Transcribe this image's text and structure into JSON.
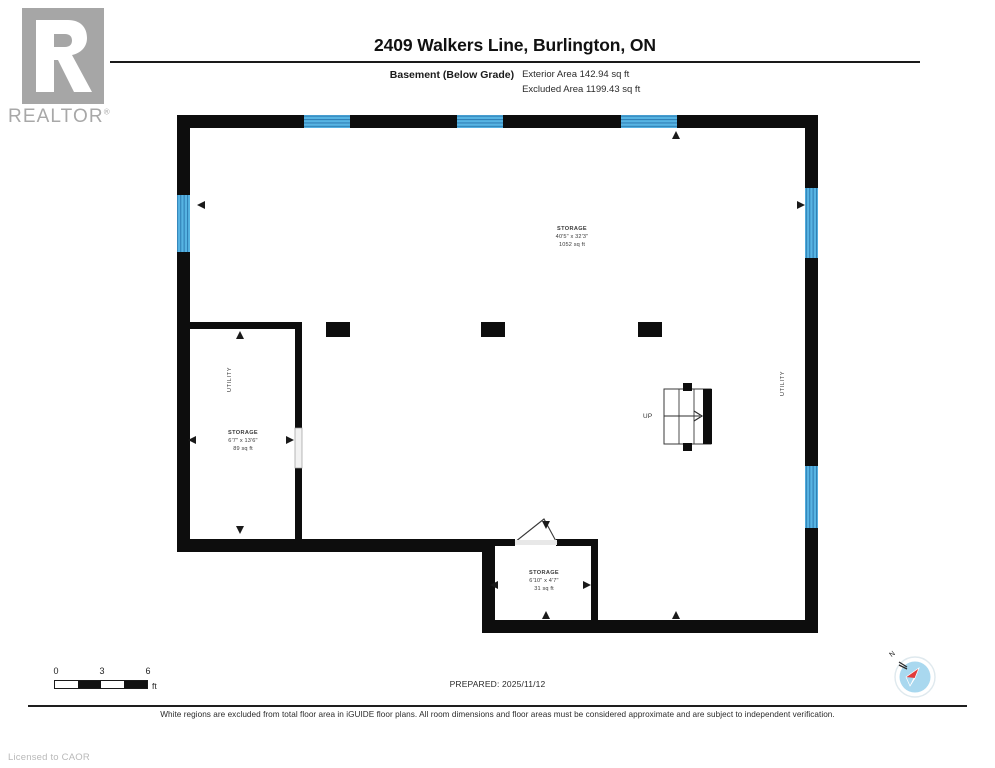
{
  "branding": {
    "logo_alt": "REALTOR",
    "logo_wordmark": "REALTOR",
    "logo_registered": "®",
    "licensed_to": "Licensed to CAOR"
  },
  "header": {
    "title": "2409 Walkers Line, Burlington, ON",
    "level_label": "Basement (Below Grade)",
    "exterior_area": "Exterior Area 142.94 sq ft",
    "excluded_area": "Excluded Area 1199.43 sq ft"
  },
  "rooms": [
    {
      "id": "storage-main",
      "name": "STORAGE",
      "dimensions": "40'5\" x 32'3\"",
      "area": "1052 sq ft"
    },
    {
      "id": "storage-left",
      "name": "STORAGE",
      "dimensions": "6'7\" x 13'6\"",
      "area": "89 sq ft"
    },
    {
      "id": "storage-bottom",
      "name": "STORAGE",
      "dimensions": "6'10\" x 4'7\"",
      "area": "31 sq ft"
    }
  ],
  "annotations": {
    "utility_left": "UTILITY",
    "utility_right": "UTILITY",
    "stairs_up": "UP"
  },
  "scale": {
    "ticks": [
      "0",
      "3",
      "6"
    ],
    "unit": "ft"
  },
  "compass": {
    "north_label": "N",
    "needle_color": "#e23b3b",
    "dial_color": "#a9d8ef"
  },
  "footer": {
    "prepared": "PREPARED: 2025/11/12",
    "disclaimer": "White regions are excluded from total floor area in iGUIDE floor plans. All room dimensions and floor areas must be considered approximate and are subject to independent verification."
  },
  "colors": {
    "wall": "#0d0d0d",
    "window": "#57b4e3",
    "window_stripe": "#2f7fb5",
    "text": "#2b2b2b",
    "logo_gray": "#a6a6a6"
  }
}
